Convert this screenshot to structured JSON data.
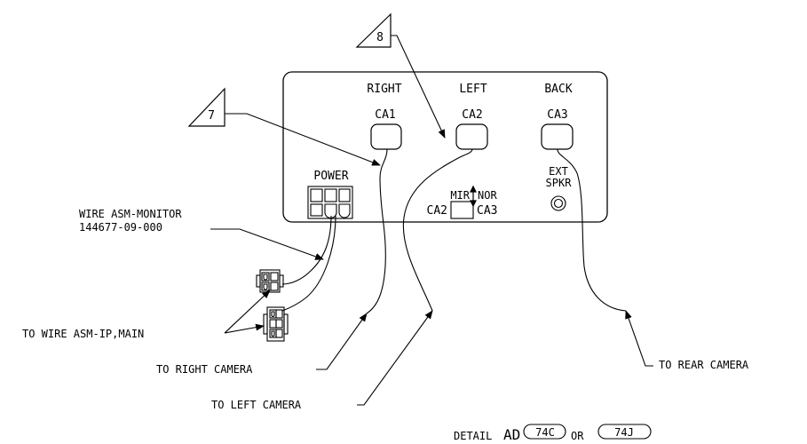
{
  "callouts": {
    "left": "7",
    "top": "8"
  },
  "panel": {
    "labels": {
      "right": "RIGHT",
      "left": "LEFT",
      "back": "BACK",
      "ca1": "CA1",
      "ca2": "CA2",
      "ca3": "CA3",
      "power": "POWER",
      "ext": "EXT",
      "spkr": "SPKR",
      "mir": "MIR",
      "nor": "NOR",
      "switch_ca2": "CA2",
      "switch_ca3": "CA3"
    }
  },
  "wire_monitor": {
    "line1": "WIRE ASM-MONITOR",
    "line2": "144677-09-000"
  },
  "destinations": {
    "wire_ip": "TO WIRE ASM-IP,MAIN",
    "right_camera": "TO RIGHT CAMERA",
    "left_camera": "TO LEFT CAMERA",
    "rear_camera": "TO REAR CAMERA"
  },
  "detail": {
    "prefix": "DETAIL",
    "ad": "AD",
    "ref1": "74C",
    "or": "OR",
    "ref2": "74J"
  },
  "colors": {
    "ink": "#000000",
    "background": "#ffffff"
  }
}
